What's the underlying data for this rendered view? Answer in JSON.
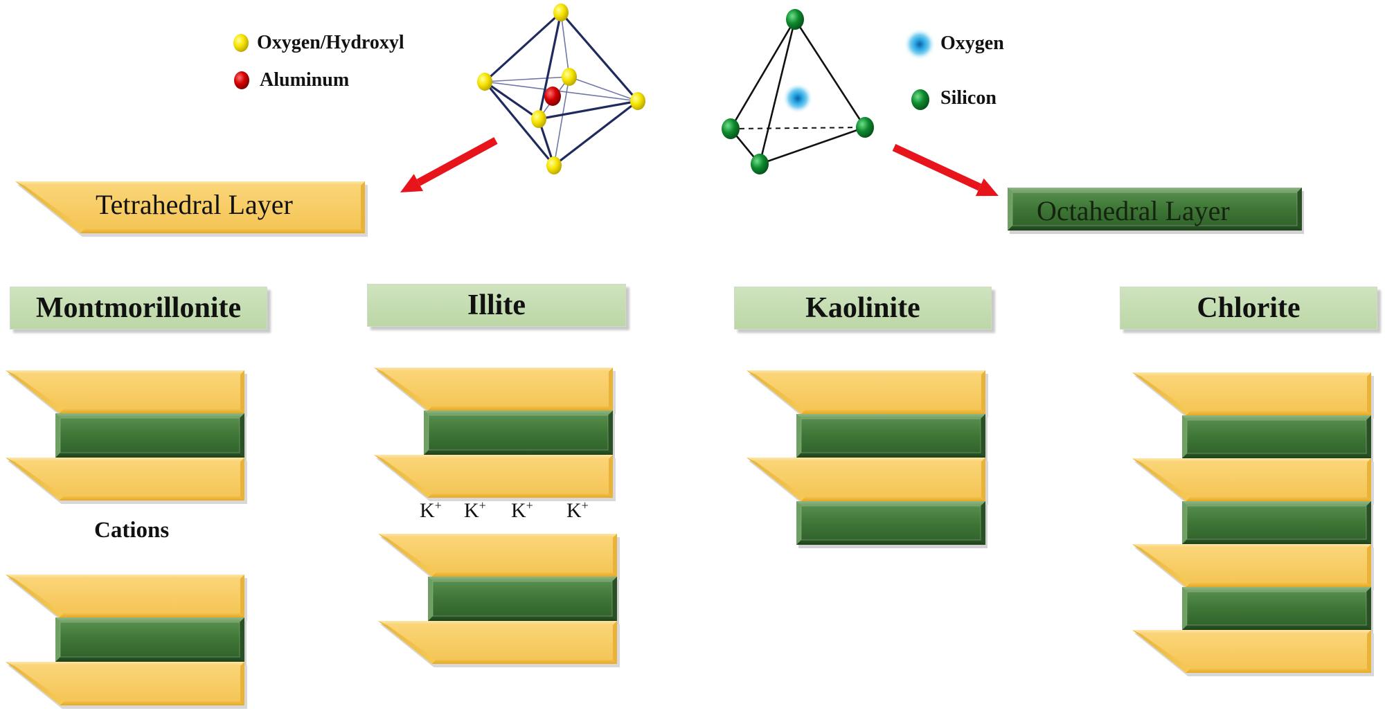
{
  "legend": {
    "oxygen_hydroxyl": "Oxygen/Hydroxyl",
    "aluminum": "Aluminum",
    "oxygen": "Oxygen",
    "silicon": "Silicon"
  },
  "layers": {
    "tetrahedral": "Tetrahedral Layer",
    "octahedral": "Octahedral Layer"
  },
  "minerals": {
    "montmorillonite": "Montmorillonite",
    "illite": "Illite",
    "kaolinite": "Kaolinite",
    "chlorite": "Chlorite"
  },
  "annotations": {
    "cations": "Cations",
    "ion_base": "K",
    "ion_charge": "+"
  },
  "colors": {
    "tetrahedral_fill": "#f8c95c",
    "octahedral_fill": "#3f7a38",
    "oxygen_hydroxyl_atom": "#f2e600",
    "aluminum_atom": "#d40000",
    "oxygen_atom": "#2aa4e0",
    "silicon_atom": "#0f8a2e",
    "arrow": "#e8141b",
    "mineral_label_fill": "#c5deb2"
  }
}
